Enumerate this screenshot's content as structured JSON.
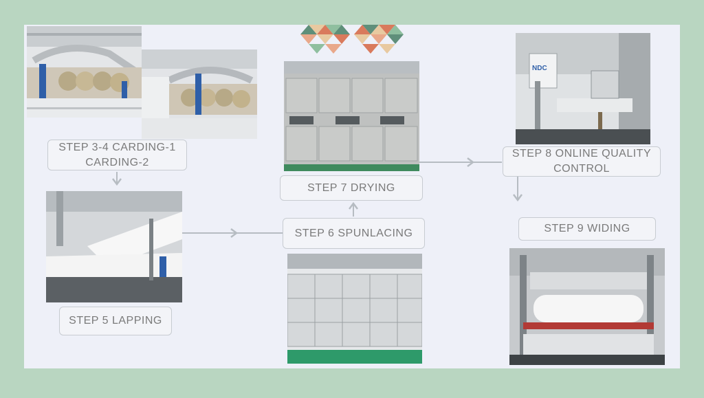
{
  "steps": {
    "carding": {
      "line1": "STEP 3-4 CARDING-1",
      "line2": "CARDING-2"
    },
    "lapping": "STEP 5  LAPPING",
    "spunlacing": "STEP 6 SPUNLACING",
    "drying": "STEP 7 DRYING",
    "quality": {
      "line1": "STEP 8 ONLINE QUALITY",
      "line2": "CONTROL"
    },
    "widing": "STEP 9 WIDING"
  },
  "photos": {
    "quality_badge": "NDC"
  },
  "colors": {
    "background": "#b9d6c1",
    "panel": "#eef0f8",
    "label_text": "#7a7a7a",
    "connector": "#b6bcc2",
    "logo_palette": [
      "#d97a5c",
      "#8fbf9f",
      "#e8c9a0",
      "#5f8f7a",
      "#e9a88a"
    ]
  }
}
